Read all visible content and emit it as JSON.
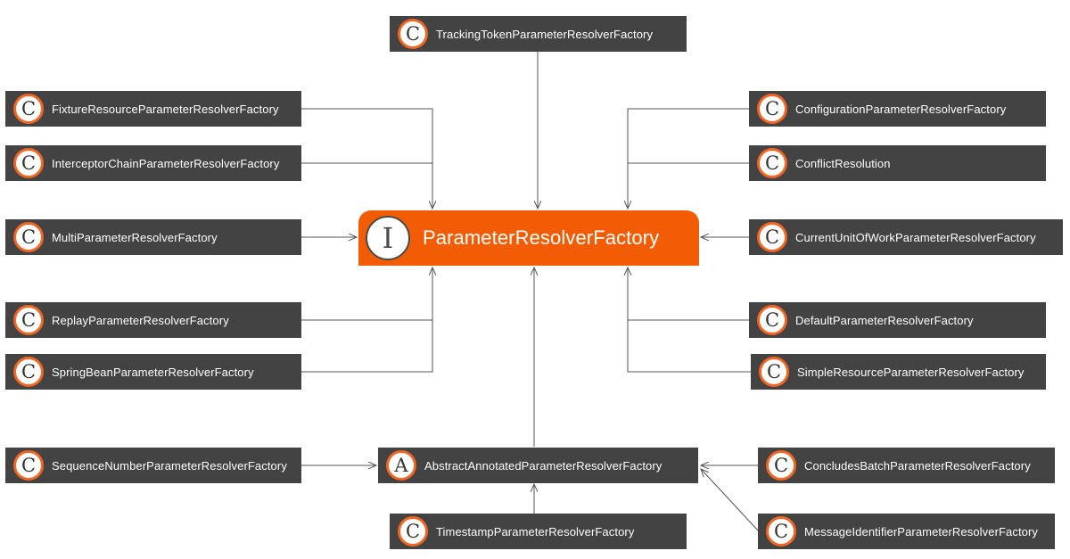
{
  "colors": {
    "node_bg": "#434343",
    "center_bg": "#f25c05",
    "badge_ring": "#f26522",
    "edge": "#555555"
  },
  "center": {
    "stereotype": "I",
    "label": "ParameterResolverFactory"
  },
  "abstract": {
    "stereotype": "A",
    "label": "AbstractAnnotatedParameterResolverFactory"
  },
  "classes": {
    "tracking_token": {
      "stereotype": "C",
      "label": "TrackingTokenParameterResolverFactory"
    },
    "fixture_resource": {
      "stereotype": "C",
      "label": "FixtureResourceParameterResolverFactory"
    },
    "interceptor_chain": {
      "stereotype": "C",
      "label": "InterceptorChainParameterResolverFactory"
    },
    "multi": {
      "stereotype": "C",
      "label": "MultiParameterResolverFactory"
    },
    "replay": {
      "stereotype": "C",
      "label": "ReplayParameterResolverFactory"
    },
    "spring_bean": {
      "stereotype": "C",
      "label": "SpringBeanParameterResolverFactory"
    },
    "sequence_number": {
      "stereotype": "C",
      "label": "SequenceNumberParameterResolverFactory"
    },
    "configuration": {
      "stereotype": "C",
      "label": "ConfigurationParameterResolverFactory"
    },
    "conflict_resolution": {
      "stereotype": "C",
      "label": "ConflictResolution"
    },
    "current_unit_of_work": {
      "stereotype": "C",
      "label": "CurrentUnitOfWorkParameterResolverFactory"
    },
    "default": {
      "stereotype": "C",
      "label": "DefaultParameterResolverFactory"
    },
    "simple_resource": {
      "stereotype": "C",
      "label": "SimpleResourceParameterResolverFactory"
    },
    "concludes_batch": {
      "stereotype": "C",
      "label": "ConcludesBatchParameterResolverFactory"
    },
    "message_identifier": {
      "stereotype": "C",
      "label": "MessageIdentifierParameterResolverFactory"
    },
    "timestamp": {
      "stereotype": "C",
      "label": "TimestampParameterResolverFactory"
    }
  }
}
